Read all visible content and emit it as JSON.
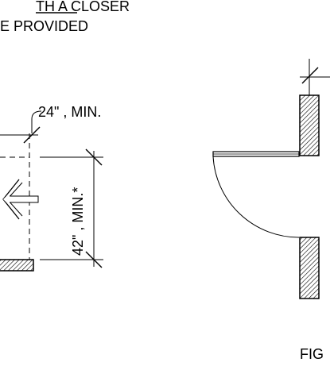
{
  "note": {
    "line1": "TH A CLOSER",
    "line2": "E PROVIDED"
  },
  "dimensions": {
    "width_label": "24\" , MIN.",
    "depth_label": "42\" , MIN.*"
  },
  "figure_label": "FIG"
}
